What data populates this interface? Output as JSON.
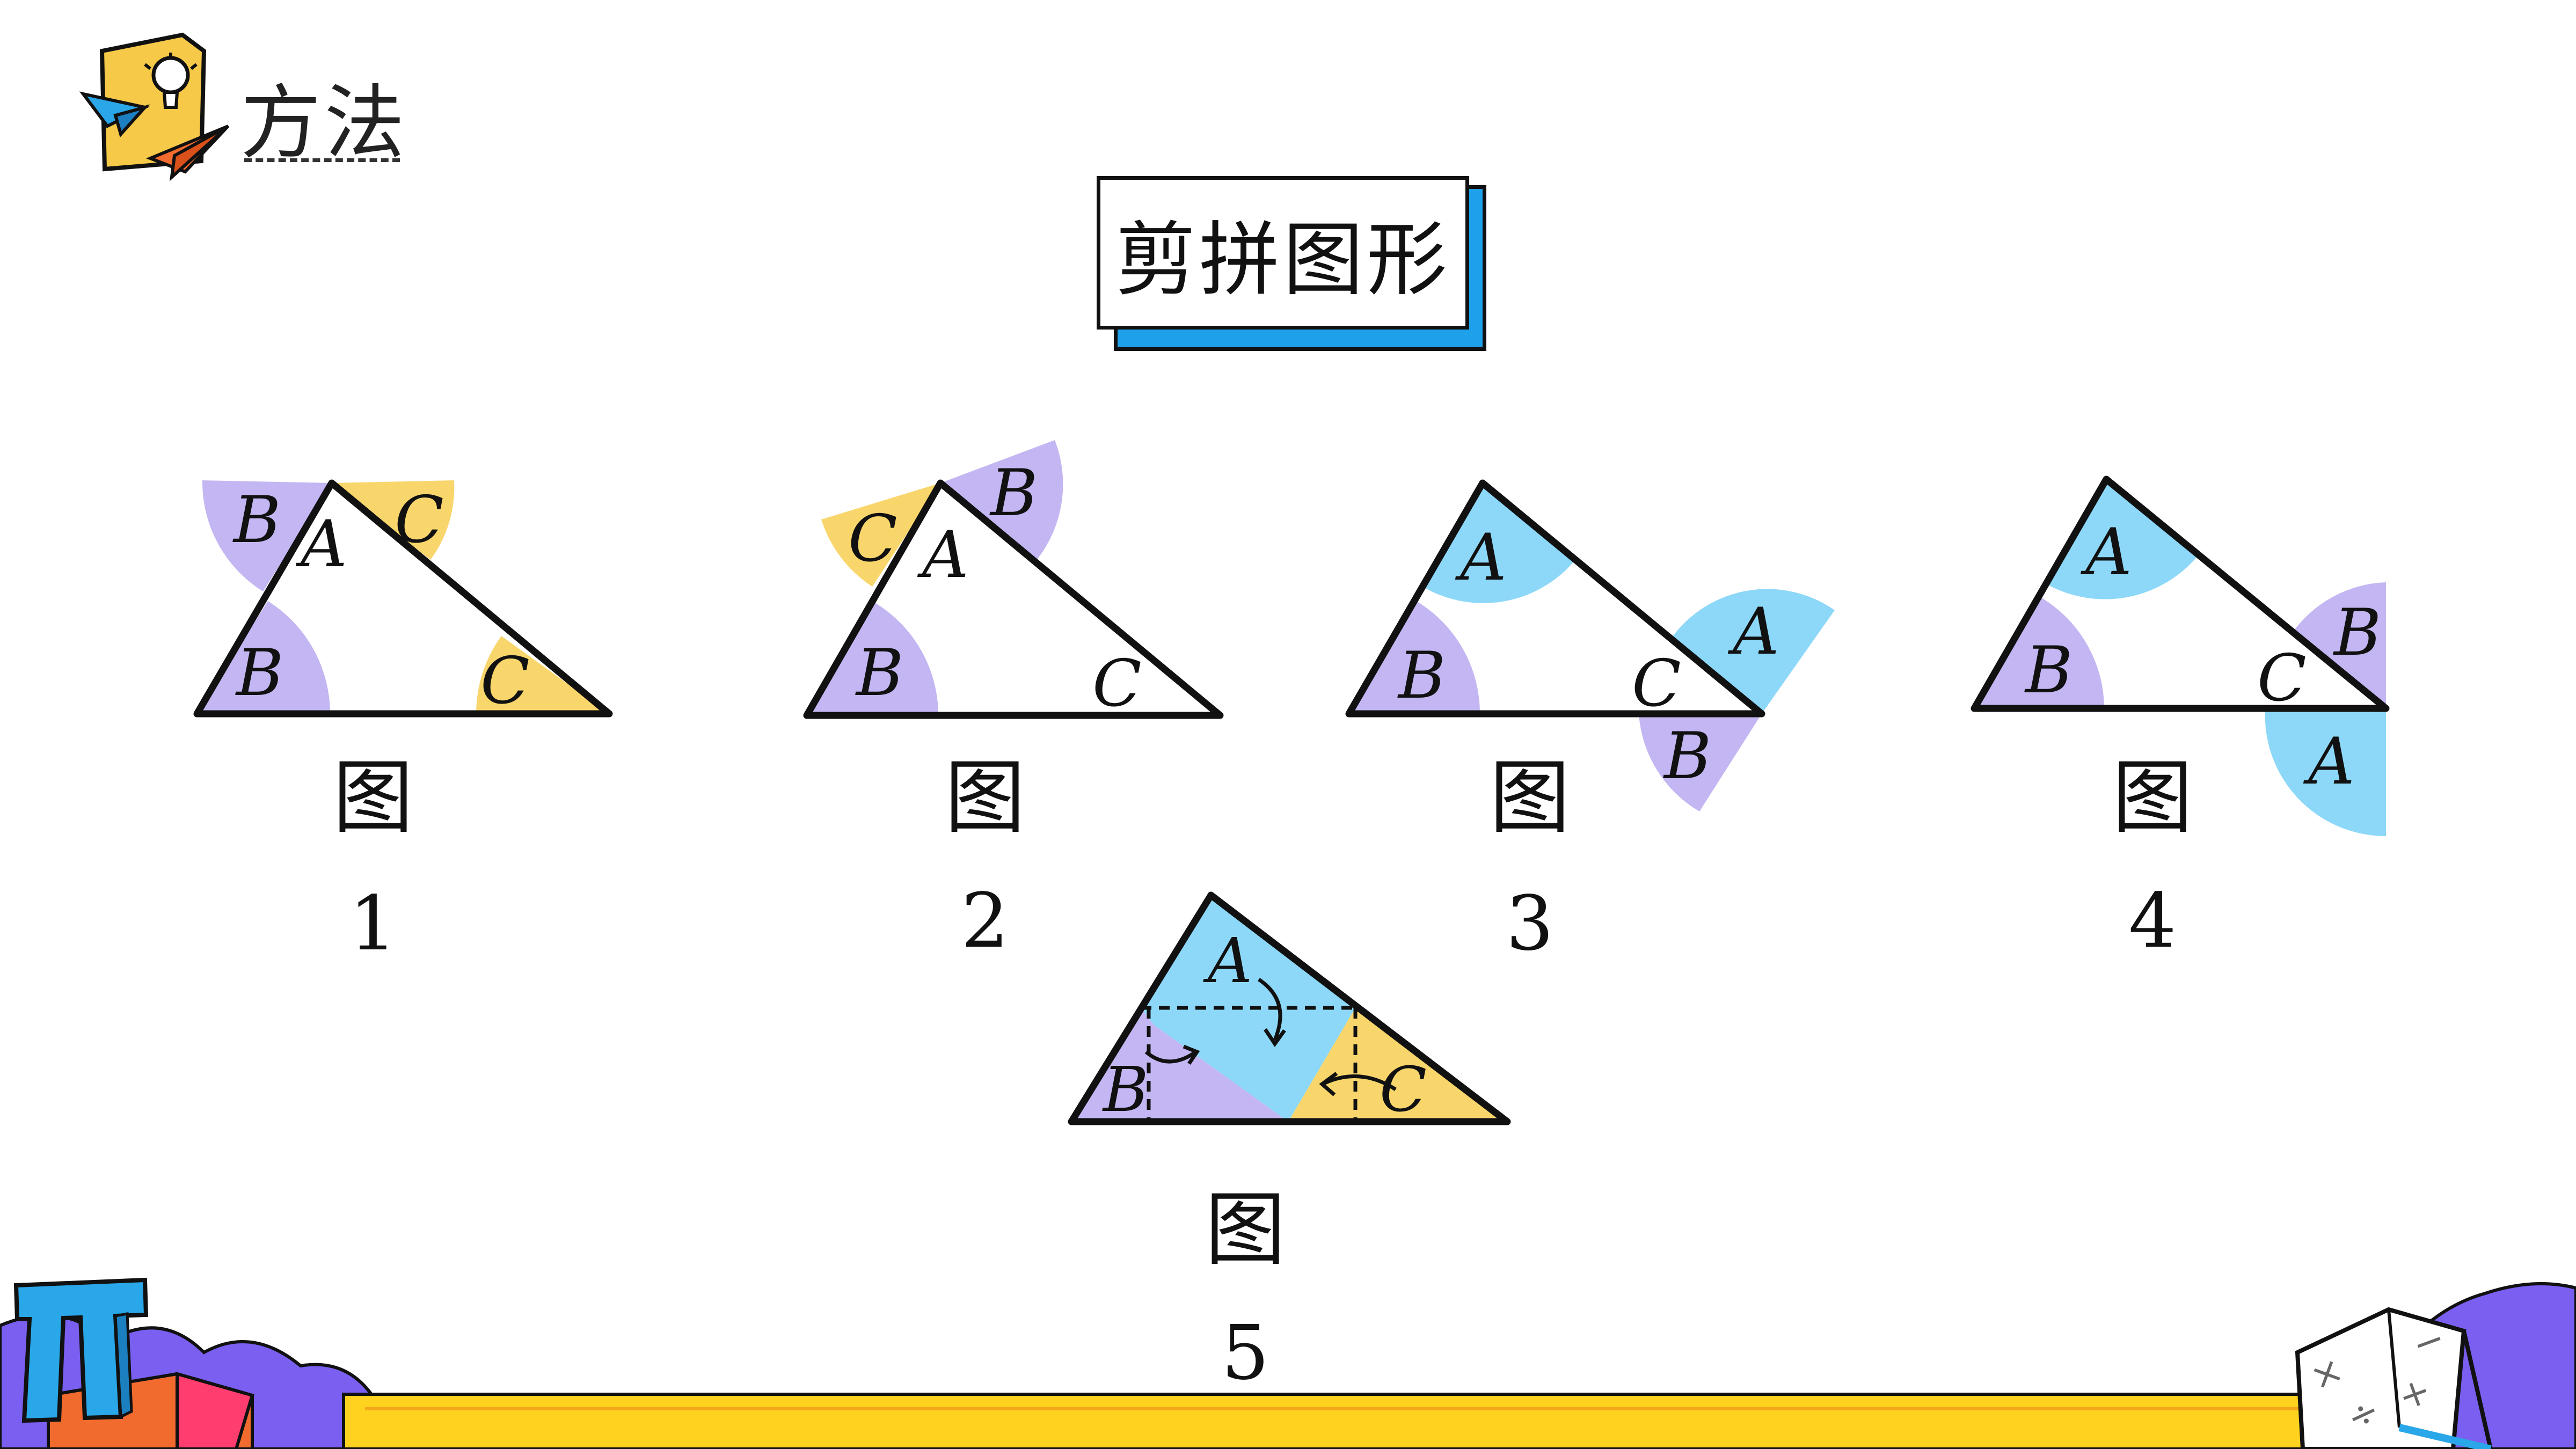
{
  "header": {
    "section_title": "方法"
  },
  "title_box": {
    "text": "剪拼图形"
  },
  "figures": [
    {
      "caption": "图",
      "number": "1",
      "labels": [
        "A",
        "B",
        "C",
        "B",
        "C"
      ]
    },
    {
      "caption": "图",
      "number": "2",
      "labels": [
        "A",
        "B",
        "C",
        "B",
        "C"
      ]
    },
    {
      "caption": "图",
      "number": "3",
      "labels": [
        "A",
        "B",
        "C",
        "A",
        "B"
      ]
    },
    {
      "caption": "图",
      "number": "4",
      "labels": [
        "A",
        "B",
        "C",
        "B",
        "A"
      ]
    },
    {
      "caption": "图",
      "number": "5",
      "labels": [
        "A",
        "B",
        "C"
      ]
    }
  ],
  "decor": {
    "pi_symbol": "π",
    "book_symbols": [
      "×",
      "÷",
      "−",
      "+"
    ]
  },
  "colors": {
    "angle_A": "#8dd8f8",
    "angle_B": "#c3b6f2",
    "angle_C": "#f8d66c",
    "title_shadow": "#1ea0ea",
    "bottom_band": "#ffd21f"
  }
}
